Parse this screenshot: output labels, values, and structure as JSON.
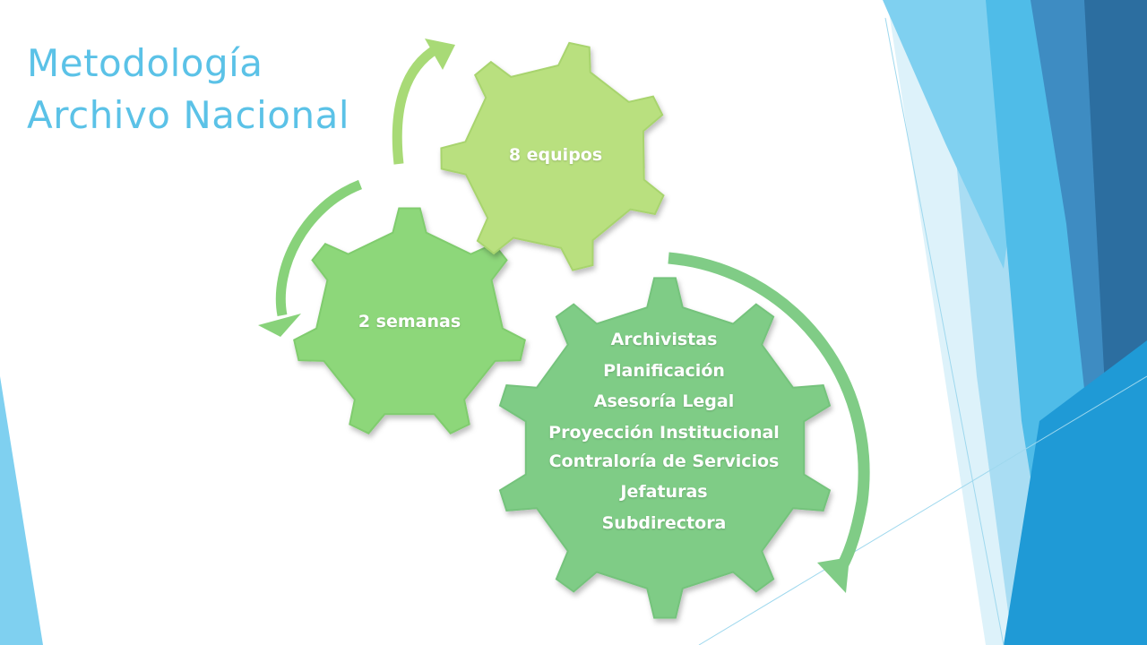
{
  "slide": {
    "title_line_1": "Metodología",
    "title_line_2": "Archivo Nacional"
  },
  "gears": {
    "small": {
      "label": "8 equipos"
    },
    "medium": {
      "label": "2 semanas"
    },
    "large": {
      "items": [
        "Archivistas",
        "Planificación",
        "Asesoría Legal",
        "Proyección Institucional",
        "Contraloría de Servicios",
        "Jefaturas",
        "Subdirectora"
      ]
    }
  },
  "colors": {
    "title": "#5BC2E7",
    "gear_small": "#B9E07F",
    "gear_medium": "#8DD77A",
    "gear_large": "#7FCC86",
    "arrow_small": "#A8DA76",
    "arrow_medium": "#88D27A",
    "arrow_large": "#80CC86",
    "decor_light": "#BEE6F5",
    "decor_mid": "#5CC3EA",
    "decor_dark": "#2C6EA0"
  }
}
